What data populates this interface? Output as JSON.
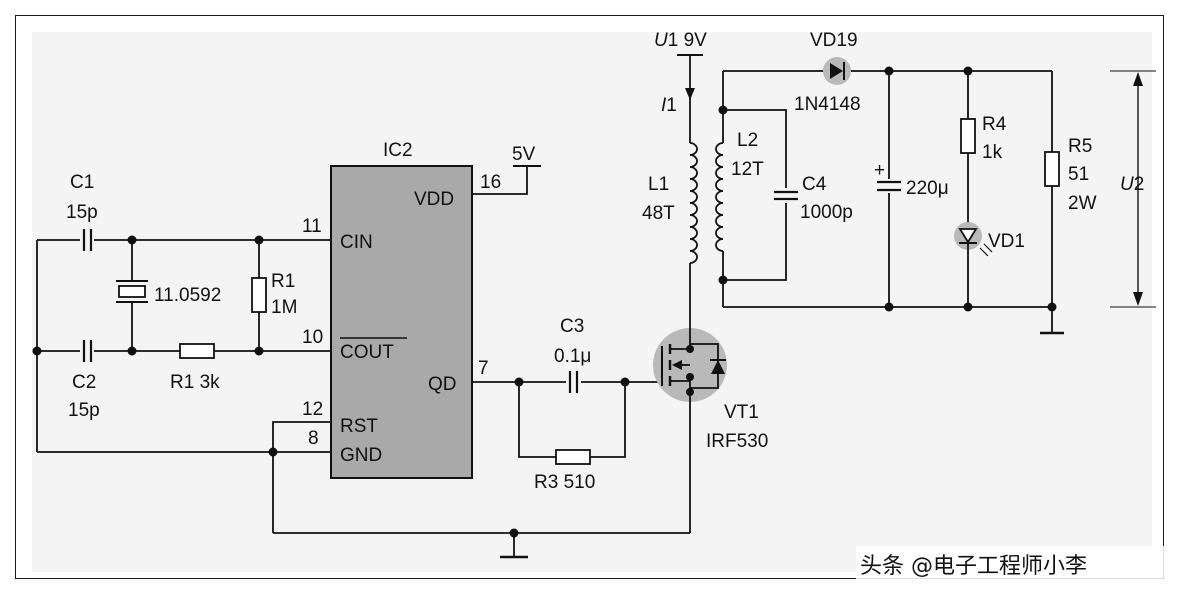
{
  "ic": {
    "name": "IC2",
    "pins": {
      "vdd": "VDD",
      "vdd_num": "16",
      "supply": "5V",
      "cin": "CIN",
      "cin_num": "11",
      "cout": "COUT",
      "cout_num": "10",
      "qd": "QD",
      "qd_num": "7",
      "rst": "RST",
      "rst_num": "12",
      "gnd": "GND",
      "gnd_num": "8"
    }
  },
  "components": {
    "c1": {
      "ref": "C1",
      "value": "15p"
    },
    "c2": {
      "ref": "C2",
      "value": "15p"
    },
    "xtal": {
      "value": "11.0592"
    },
    "r1a": {
      "ref": "R1",
      "value": "1M"
    },
    "r1b": {
      "label": "R1 3k"
    },
    "c3": {
      "ref": "C3",
      "value": "0.1μ"
    },
    "r3": {
      "label": "R3 510"
    },
    "vt1": {
      "ref": "VT1",
      "value": "IRF530"
    },
    "l1": {
      "ref": "L1",
      "value": "48T"
    },
    "l2": {
      "ref": "L2",
      "value": "12T"
    },
    "c4": {
      "ref": "C4",
      "value": "1000p"
    },
    "vd19": {
      "ref": "VD19",
      "value": "1N4148"
    },
    "cap220": {
      "value": "220μ",
      "plus": "+"
    },
    "r4": {
      "ref": "R4",
      "value": "1k"
    },
    "vd1": {
      "ref": "VD1"
    },
    "r5": {
      "ref": "R5",
      "value": "51",
      "power": "2W"
    }
  },
  "supply": {
    "u1_var": "U",
    "u1_sub": "1",
    "u1_val": "9V",
    "i1_var": "I",
    "i1_sub": "1"
  },
  "output": {
    "u2_var": "U",
    "u2_sub": "2"
  },
  "watermark": "头条 @电子工程师小李"
}
